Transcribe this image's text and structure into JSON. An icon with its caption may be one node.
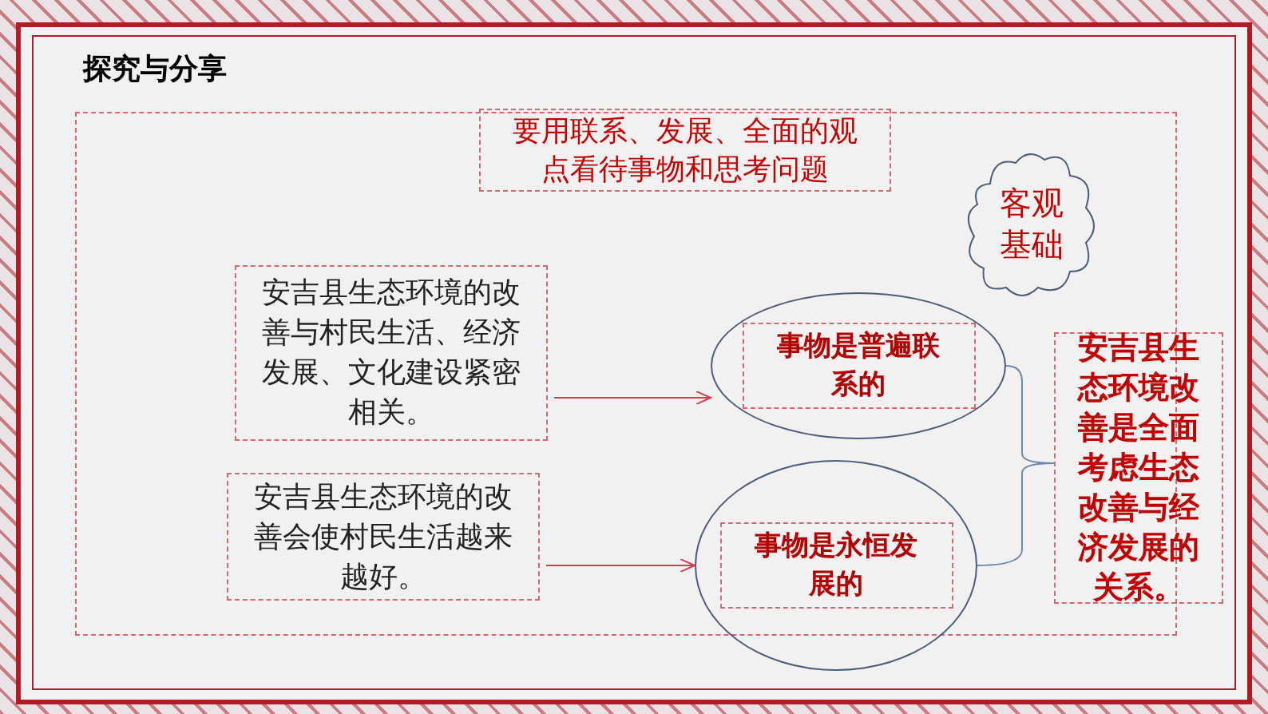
{
  "diagram": {
    "title": "探究与分享",
    "nodes": [
      {
        "text": [
          "要用联系、发展、全面的观点看待事物和思考问题"
        ]
      },
      {
        "text": [
          "客观基础"
        ]
      },
      {
        "text": [
          "安吉县生态环境的改善与村民生活、经济发展、文化建设紧密相关。"
        ]
      },
      {
        "text": [
          "事物是普遍联系的"
        ]
      },
      {
        "text": [
          "安吉县生态环境的改善会使村民生活越来越好。"
        ]
      },
      {
        "text": [
          "事物是永恒发展的"
        ]
      },
      {
        "text": [
          "安吉县生态环境改善是全面考虑生态改善与经济发展的关系。"
        ]
      }
    ],
    "edges": [
      {
        "from": 2,
        "to": 3,
        "arrow": "to",
        "color": "#d04050"
      },
      {
        "from": 4,
        "to": 5,
        "arrow": "to",
        "color": "#d04050"
      },
      {
        "from": 3,
        "to": 6,
        "arrow": "none",
        "color": "#6a8ab0"
      },
      {
        "from": 5,
        "to": 6,
        "arrow": "none",
        "color": "#6a8ab0"
      }
    ]
  }
}
